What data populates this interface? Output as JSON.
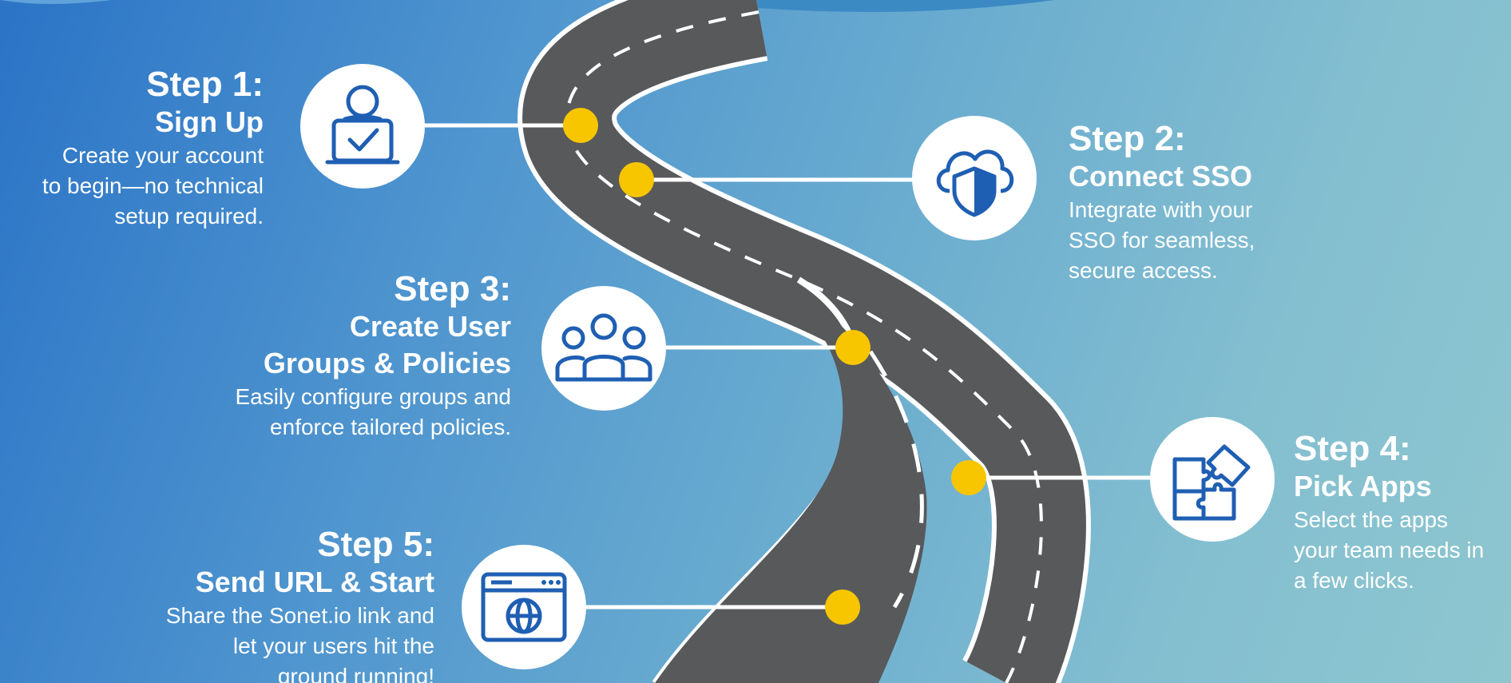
{
  "steps": [
    {
      "title": "Step 1:",
      "subtitle": "Sign Up",
      "desc": [
        "Create your account",
        "to begin—no technical",
        "setup required."
      ],
      "icon": "user-laptop-check-icon"
    },
    {
      "title": "Step 2:",
      "subtitle": "Connect SSO",
      "desc": [
        "Integrate with your",
        "SSO for seamless,",
        "secure access."
      ],
      "icon": "cloud-shield-icon"
    },
    {
      "title": "Step 3:",
      "subtitle": [
        "Create User",
        "Groups & Policies"
      ],
      "desc": [
        "Easily configure groups and",
        "enforce tailored policies."
      ],
      "icon": "user-group-icon"
    },
    {
      "title": "Step 4:",
      "subtitle": "Pick Apps",
      "desc": [
        "Select the apps",
        "your team needs in",
        "a few clicks."
      ],
      "icon": "puzzle-icon"
    },
    {
      "title": "Step 5:",
      "subtitle": "Send URL & Start",
      "desc": [
        "Share the Sonet.io link and",
        "let your users hit the",
        "ground running!"
      ],
      "icon": "browser-globe-icon"
    }
  ],
  "colors": {
    "road": "#58595b",
    "road_edge": "#ffffff",
    "marker": "#f7c600",
    "icon_blue": "#1f5fb3"
  }
}
